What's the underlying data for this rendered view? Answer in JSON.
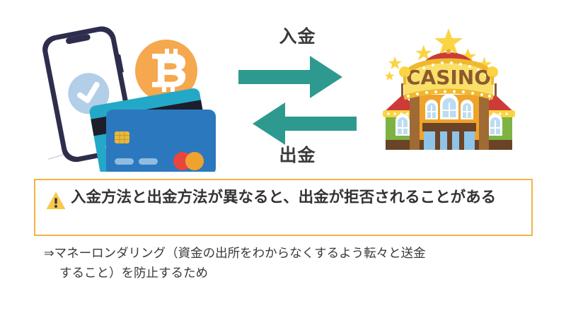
{
  "diagram": {
    "left_illustration": {
      "name": "payment-methods-illustration",
      "elements": [
        "smartphone",
        "bitcoin-coin",
        "teal-credit-card",
        "blue-credit-card"
      ],
      "colors": {
        "phone_frame": "#2E2D4D",
        "phone_screen": "#FFFFFF",
        "check_circle": "#B3CEE8",
        "bitcoin": "#F5A84E",
        "card_teal": "#23A8C8",
        "card_blue": "#2C78BE",
        "chip_gold": "#E8B93C",
        "mastercard_red": "#E8463C",
        "mastercard_orange": "#F0A22E"
      }
    },
    "right_illustration": {
      "name": "casino-building-illustration",
      "sign_text": "CASINO",
      "colors": {
        "marquee": "#FAE06A",
        "sign_letters": "#8C5A2E",
        "roof": "#CC3B38",
        "building": "#F0A32B",
        "side_tower": "#7CB342",
        "star": "#FAD442",
        "window": "#BDDCF0",
        "door": "#8FC4E8",
        "pillar": "#8C5A2E"
      }
    },
    "arrows": {
      "color": "#2E9A8F",
      "top_label": "入金",
      "bottom_label": "出金"
    }
  },
  "warning": {
    "icon": "warning-triangle-icon",
    "icon_color": "#FAC84B",
    "border_color": "#F3B445",
    "text": "入金方法と出金方法が異なると、出金が拒否されることがある"
  },
  "footnote": {
    "arrow_mark": "⇒",
    "line1": "マネーロンダリング（資金の出所をわからなくするよう転々と送金",
    "line2": "すること）を防止するため"
  }
}
